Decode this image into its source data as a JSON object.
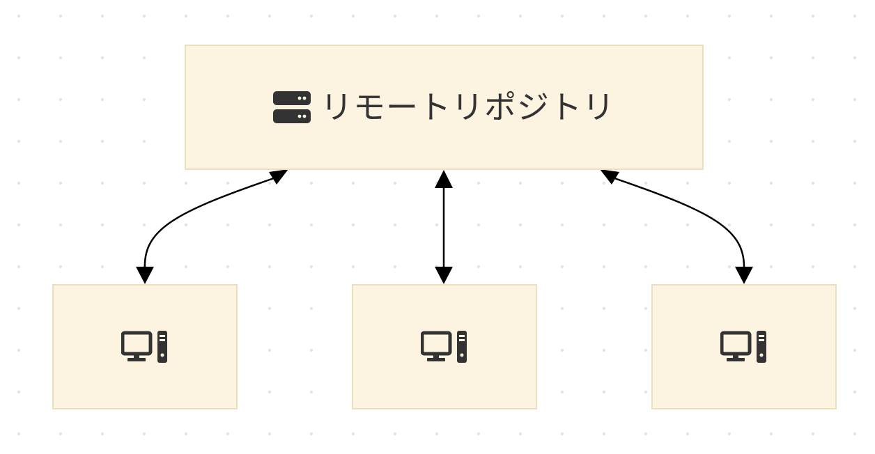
{
  "diagram": {
    "remote": {
      "icon": "server-icon",
      "label": "リモートリポジトリ"
    },
    "clients": [
      {
        "icon": "desktop-computer-icon",
        "label": ""
      },
      {
        "icon": "desktop-computer-icon",
        "label": ""
      },
      {
        "icon": "desktop-computer-icon",
        "label": ""
      }
    ],
    "connections": [
      {
        "from": "client-1",
        "to": "remote",
        "direction": "bidirectional"
      },
      {
        "from": "client-2",
        "to": "remote",
        "direction": "bidirectional"
      },
      {
        "from": "client-3",
        "to": "remote",
        "direction": "bidirectional"
      }
    ],
    "colors": {
      "node_fill": "#fcf4e1",
      "node_border": "#ecdfbd",
      "text": "#333333",
      "edge": "#000000"
    }
  }
}
